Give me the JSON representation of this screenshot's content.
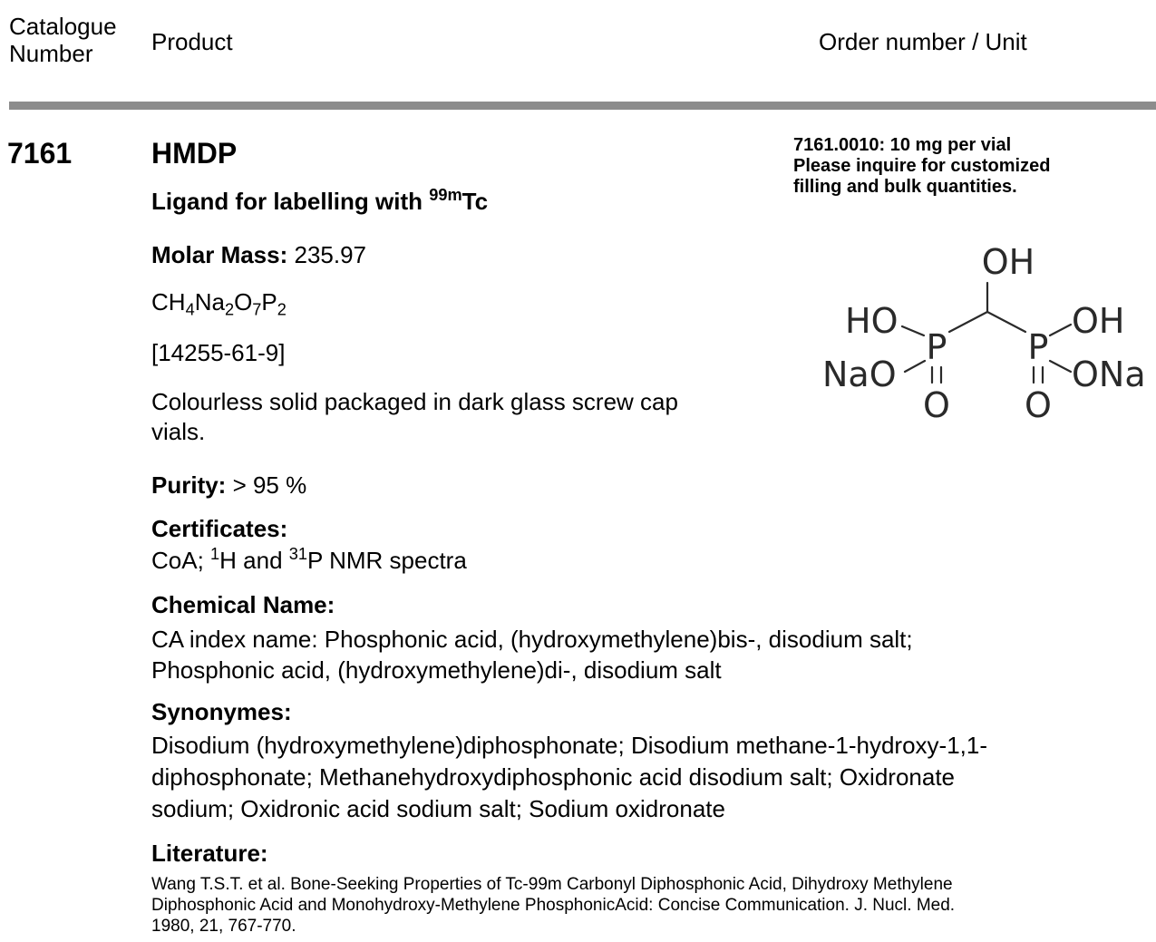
{
  "header": {
    "catalogue_label": "Catalogue",
    "number_label": "Number",
    "product_label": "Product",
    "order_label": "Order number / Unit"
  },
  "colors": {
    "rule": "#8c8c8c",
    "text": "#000000"
  },
  "product": {
    "catalogue_number": "7161",
    "name": "HMDP",
    "subtitle_prefix": "Ligand for labelling with ",
    "subtitle_isotope": "99m",
    "subtitle_element": "Tc",
    "order": {
      "line1": "7161.0010: 10 mg per vial",
      "line2": "Please inquire for customized",
      "line3": "filling and bulk quantities."
    },
    "molar_mass_label": "Molar Mass:",
    "molar_mass_value": " 235.97",
    "formula": [
      {
        "text": "CH"
      },
      {
        "sub": "4"
      },
      {
        "text": "Na"
      },
      {
        "sub": "2"
      },
      {
        "text": "O"
      },
      {
        "sub": "7"
      },
      {
        "text": "P"
      },
      {
        "sub": "2"
      }
    ],
    "cas": "[14255-61-9]",
    "description_line1": "Colourless solid packaged in dark glass screw cap",
    "description_line2": "vials.",
    "purity_label": "Purity:",
    "purity_value": " > 95 %",
    "certificates_label": "Certificates:",
    "certificates": {
      "prefix": "CoA; ",
      "iso1": "1",
      "el1": "H and ",
      "iso2": "31",
      "el2": "P NMR spectra"
    },
    "chemical_name_label": "Chemical Name:",
    "chemical_name_line1": "CA index name: Phosphonic acid, (hydroxymethylene)bis-, disodium salt;",
    "chemical_name_line2": "Phosphonic acid, (hydroxymethylene)di-, disodium salt",
    "synonyms_label": "Synonymes:",
    "synonyms_line1": "Disodium (hydroxymethylene)diphosphonate; Disodium methane-1-hydroxy-1,1-",
    "synonyms_line2": "diphosphonate; Methanehydroxydiphosphonic acid disodium salt; Oxidronate",
    "synonyms_line3": "sodium; Oxidronic acid sodium salt; Sodium oxidronate",
    "literature_label": "Literature:",
    "literature_line1": "Wang T.S.T. et al. Bone-Seeking Properties of Tc-99m Carbonyl Diphosphonic Acid, Dihydroxy Methylene",
    "literature_line2": "Diphosphonic Acid and Monohydroxy-Methylene PhosphonicAcid: Concise Communication. J. Nucl. Med.",
    "literature_line3": "1980, 21, 767-770."
  },
  "structure": {
    "oh_top": "OH",
    "ho_left": "HO",
    "nao_left": "NaO",
    "p_left": "P",
    "o_left": "O",
    "p_right": "P",
    "oh_right": "OH",
    "ona_right": "ONa",
    "o_right": "O"
  }
}
